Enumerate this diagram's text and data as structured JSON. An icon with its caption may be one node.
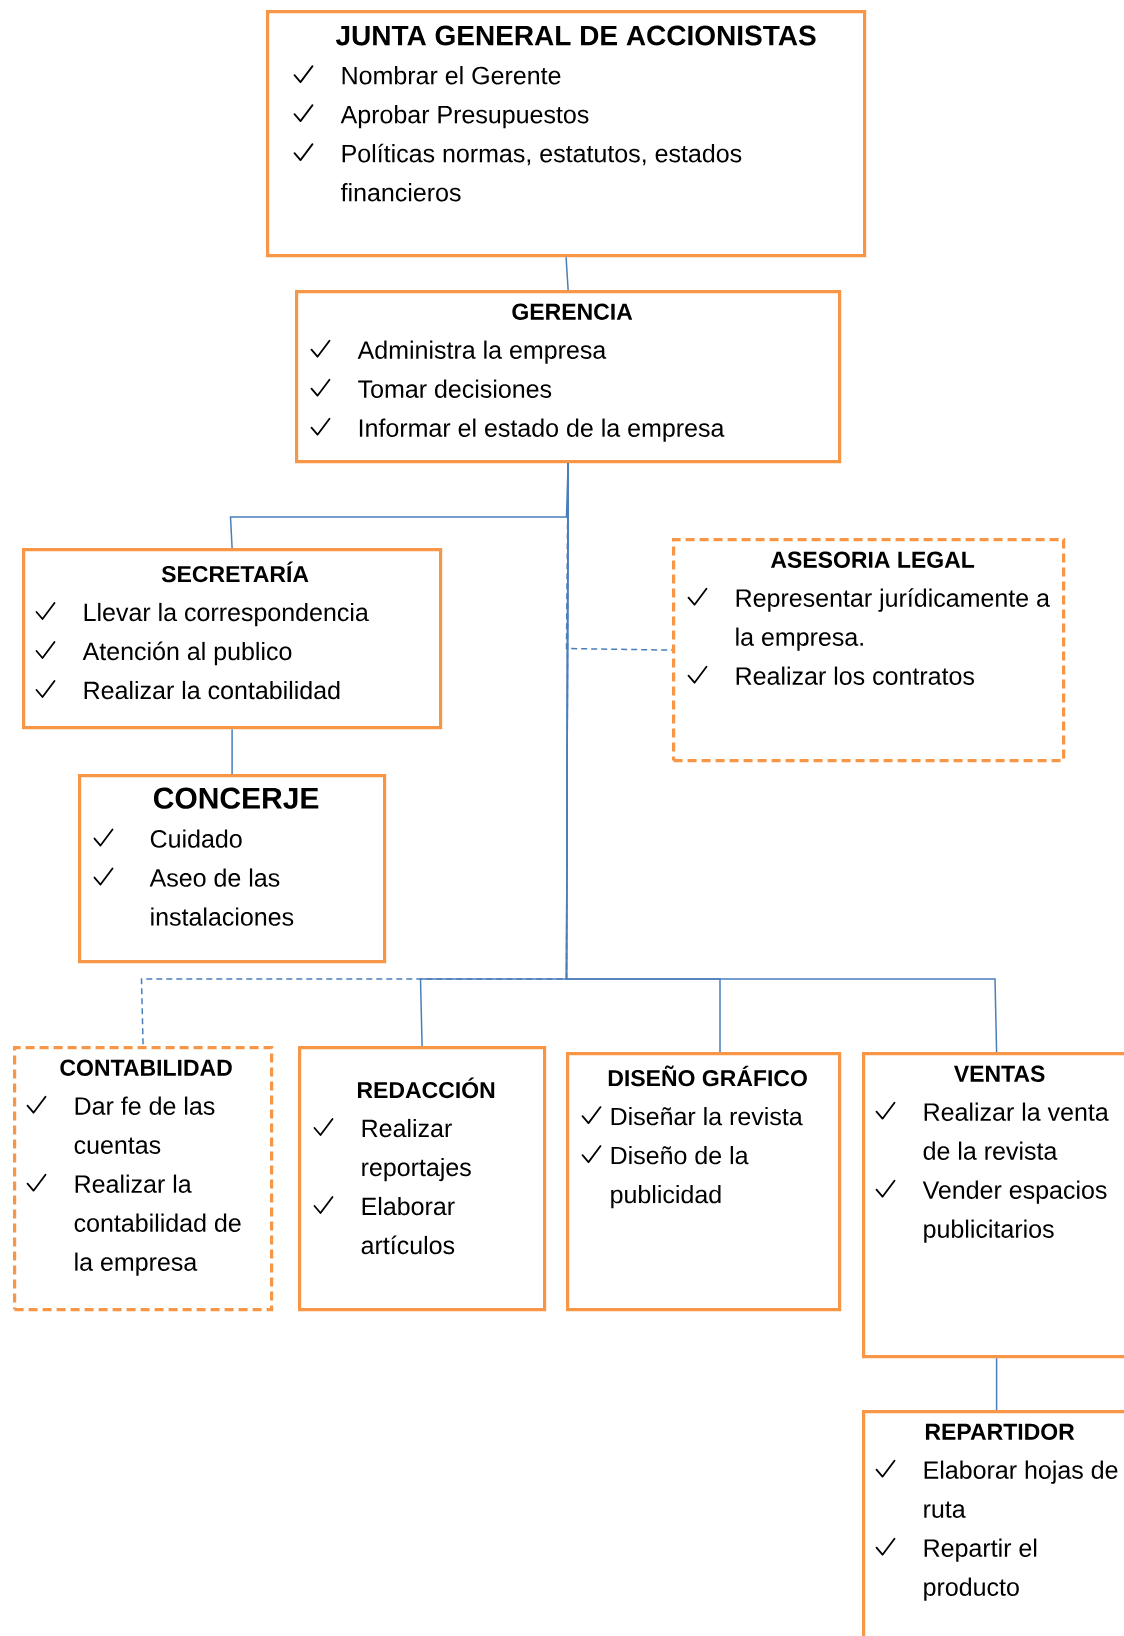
{
  "diagram": {
    "nodes": [
      {
        "text": [
          "JUNTA GENERAL DE ACCIONISTAS",
          "Nombrar el Gerente",
          "Aprobar Presupuestos",
          "Políticas normas, estatutos, estados financieros"
        ]
      },
      {
        "text": [
          "GERENCIA",
          "Administra la empresa",
          "Tomar decisiones",
          "Informar el estado de la empresa"
        ]
      },
      {
        "text": [
          "SECRETARÍA",
          "Llevar la correspondencia",
          "Atención al publico",
          "Realizar la contabilidad"
        ]
      },
      {
        "text": [
          "ASESORIA LEGAL",
          "Representar jurídicamente a la empresa.",
          "Realizar los contratos"
        ]
      },
      {
        "text": [
          "CONCERJE",
          "Cuidado",
          "Aseo de las instalaciones"
        ]
      },
      {
        "text": [
          "CONTABILIDAD",
          "Dar fe de las cuentas",
          "Realizar la contabilidad de la empresa"
        ]
      },
      {
        "text": [
          "REDACCIÓN",
          "Realizar reportajes",
          "Elaborar artículos"
        ]
      },
      {
        "text": [
          "DISEÑO GRÁFICO",
          "Diseñar la revista",
          "Diseño de la publicidad"
        ]
      },
      {
        "text": [
          "VENTAS",
          "Realizar la venta de la revista",
          "Vender espacios publicitarios"
        ]
      },
      {
        "text": [
          "REPARTIDOR",
          "Elaborar hojas de ruta",
          "Repartir el producto"
        ]
      }
    ],
    "edges": [
      {
        "from": 0,
        "to": 1,
        "arrow": "none"
      },
      {
        "from": 1,
        "to": 2,
        "arrow": "none"
      },
      {
        "from": 1,
        "to": 3,
        "arrow": "none",
        "style": "dashed"
      },
      {
        "from": 2,
        "to": 4,
        "arrow": "none"
      },
      {
        "from": 1,
        "to": 5,
        "arrow": "none",
        "style": "dashed"
      },
      {
        "from": 1,
        "to": 6,
        "arrow": "none"
      },
      {
        "from": 1,
        "to": 7,
        "arrow": "none"
      },
      {
        "from": 1,
        "to": 8,
        "arrow": "none"
      },
      {
        "from": 8,
        "to": 9,
        "arrow": "none"
      }
    ]
  }
}
